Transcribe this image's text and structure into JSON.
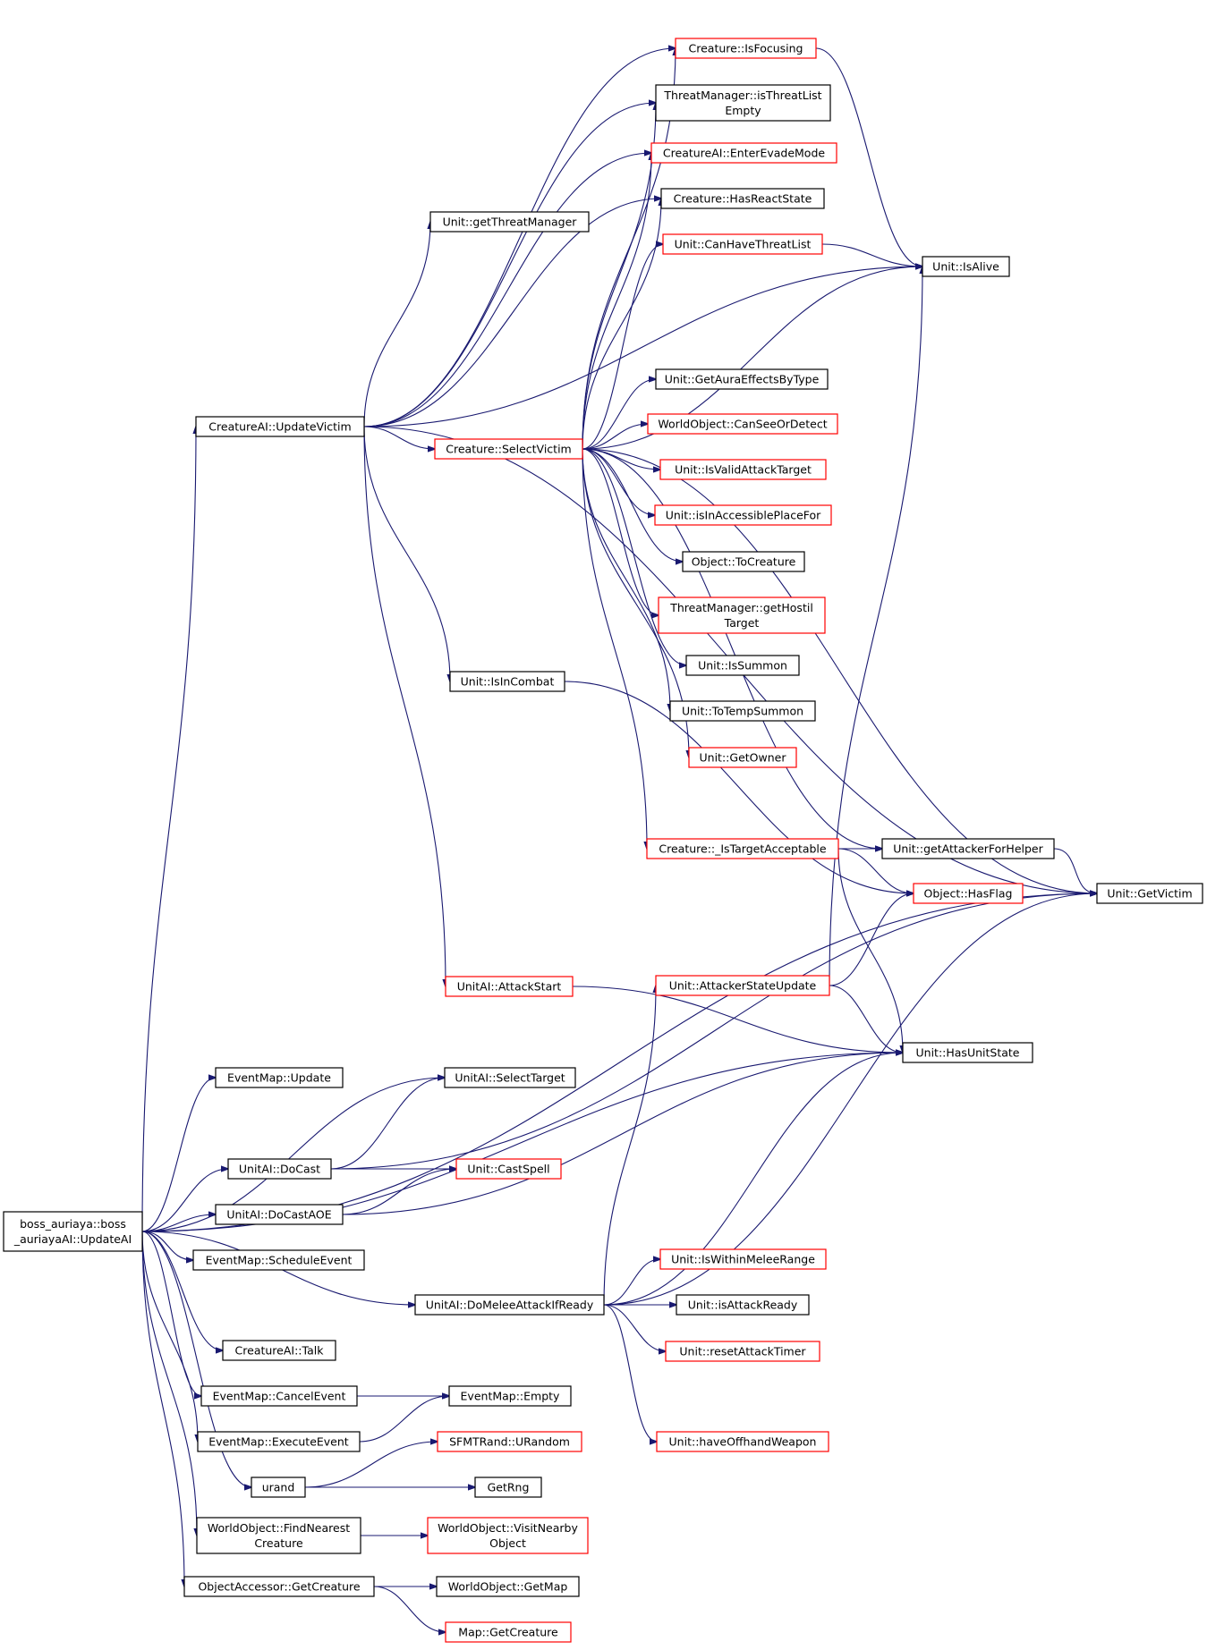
{
  "colors": {
    "edge": "#191970",
    "node_border_black": "#000000",
    "node_border_red": "#ff0000",
    "root_fill": "#bfbfbf"
  },
  "nodes": [
    {
      "id": "root",
      "lines": [
        "boss_auriaya::boss",
        "_auriayaAI::UpdateAI"
      ],
      "border": "black",
      "root": true
    },
    {
      "id": "updatevictim",
      "lines": [
        "CreatureAI::UpdateVictim"
      ],
      "border": "black"
    },
    {
      "id": "getthreatmgr",
      "lines": [
        "Unit::getThreatManager"
      ],
      "border": "black"
    },
    {
      "id": "isfocusing",
      "lines": [
        "Creature::IsFocusing"
      ],
      "border": "red"
    },
    {
      "id": "threatempty",
      "lines": [
        "ThreatManager::isThreatList",
        "Empty"
      ],
      "border": "black"
    },
    {
      "id": "enterevade",
      "lines": [
        "CreatureAI::EnterEvadeMode"
      ],
      "border": "red"
    },
    {
      "id": "hasreact",
      "lines": [
        "Creature::HasReactState"
      ],
      "border": "black"
    },
    {
      "id": "canhavethreat",
      "lines": [
        "Unit::CanHaveThreatList"
      ],
      "border": "red"
    },
    {
      "id": "isalive",
      "lines": [
        "Unit::IsAlive"
      ],
      "border": "black"
    },
    {
      "id": "getaura",
      "lines": [
        "Unit::GetAuraEffectsByType"
      ],
      "border": "black"
    },
    {
      "id": "canseeordetect",
      "lines": [
        "WorldObject::CanSeeOrDetect"
      ],
      "border": "red"
    },
    {
      "id": "selectvictim",
      "lines": [
        "Creature::SelectVictim"
      ],
      "border": "red"
    },
    {
      "id": "isvalidattack",
      "lines": [
        "Unit::IsValidAttackTarget"
      ],
      "border": "red"
    },
    {
      "id": "isinaccessible",
      "lines": [
        "Unit::isInAccessiblePlaceFor"
      ],
      "border": "red"
    },
    {
      "id": "tocreature",
      "lines": [
        "Object::ToCreature"
      ],
      "border": "black"
    },
    {
      "id": "gethostil",
      "lines": [
        "ThreatManager::getHostil",
        "Target"
      ],
      "border": "red"
    },
    {
      "id": "issummon",
      "lines": [
        "Unit::IsSummon"
      ],
      "border": "black"
    },
    {
      "id": "totempsummon",
      "lines": [
        "Unit::ToTempSummon"
      ],
      "border": "black"
    },
    {
      "id": "getowner",
      "lines": [
        "Unit::GetOwner"
      ],
      "border": "red"
    },
    {
      "id": "isincombat",
      "lines": [
        "Unit::IsInCombat"
      ],
      "border": "black"
    },
    {
      "id": "istargetacc",
      "lines": [
        "Creature::_IsTargetAcceptable"
      ],
      "border": "red"
    },
    {
      "id": "getattackerhelper",
      "lines": [
        "Unit::getAttackerForHelper"
      ],
      "border": "black"
    },
    {
      "id": "getvictim",
      "lines": [
        "Unit::GetVictim"
      ],
      "border": "black"
    },
    {
      "id": "hasflag",
      "lines": [
        "Object::HasFlag"
      ],
      "border": "red"
    },
    {
      "id": "attackstart",
      "lines": [
        "UnitAI::AttackStart"
      ],
      "border": "red"
    },
    {
      "id": "attackerstate",
      "lines": [
        "Unit::AttackerStateUpdate"
      ],
      "border": "red"
    },
    {
      "id": "hasunitstate",
      "lines": [
        "Unit::HasUnitState"
      ],
      "border": "black"
    },
    {
      "id": "emupdate",
      "lines": [
        "EventMap::Update"
      ],
      "border": "black"
    },
    {
      "id": "selecttarget",
      "lines": [
        "UnitAI::SelectTarget"
      ],
      "border": "black"
    },
    {
      "id": "docast",
      "lines": [
        "UnitAI::DoCast"
      ],
      "border": "black"
    },
    {
      "id": "castspell",
      "lines": [
        "Unit::CastSpell"
      ],
      "border": "red"
    },
    {
      "id": "docastaoe",
      "lines": [
        "UnitAI::DoCastAOE"
      ],
      "border": "black"
    },
    {
      "id": "scheduleevent",
      "lines": [
        "EventMap::ScheduleEvent"
      ],
      "border": "black"
    },
    {
      "id": "iswithinmelee",
      "lines": [
        "Unit::IsWithinMeleeRange"
      ],
      "border": "red"
    },
    {
      "id": "domelee",
      "lines": [
        "UnitAI::DoMeleeAttackIfReady"
      ],
      "border": "black"
    },
    {
      "id": "isattackready",
      "lines": [
        "Unit::isAttackReady"
      ],
      "border": "black"
    },
    {
      "id": "resetattack",
      "lines": [
        "Unit::resetAttackTimer"
      ],
      "border": "red"
    },
    {
      "id": "talk",
      "lines": [
        "CreatureAI::Talk"
      ],
      "border": "black"
    },
    {
      "id": "cancelevent",
      "lines": [
        "EventMap::CancelEvent"
      ],
      "border": "black"
    },
    {
      "id": "emempty",
      "lines": [
        "EventMap::Empty"
      ],
      "border": "black"
    },
    {
      "id": "offhand",
      "lines": [
        "Unit::haveOffhandWeapon"
      ],
      "border": "red"
    },
    {
      "id": "executeevent",
      "lines": [
        "EventMap::ExecuteEvent"
      ],
      "border": "black"
    },
    {
      "id": "urandom",
      "lines": [
        "SFMTRand::URandom"
      ],
      "border": "red"
    },
    {
      "id": "urand",
      "lines": [
        "urand"
      ],
      "border": "black"
    },
    {
      "id": "getrng",
      "lines": [
        "GetRng"
      ],
      "border": "black"
    },
    {
      "id": "findnearest",
      "lines": [
        "WorldObject::FindNearest",
        "Creature"
      ],
      "border": "black"
    },
    {
      "id": "visitnearby",
      "lines": [
        "WorldObject::VisitNearby",
        "Object"
      ],
      "border": "red"
    },
    {
      "id": "getcreature_oa",
      "lines": [
        "ObjectAccessor::GetCreature"
      ],
      "border": "black"
    },
    {
      "id": "getmap",
      "lines": [
        "WorldObject::GetMap"
      ],
      "border": "black"
    },
    {
      "id": "mapgetcreature",
      "lines": [
        "Map::GetCreature"
      ],
      "border": "red"
    }
  ],
  "edges": [
    [
      "root",
      "updatevictim"
    ],
    [
      "root",
      "getvictim"
    ],
    [
      "root",
      "hasunitstate"
    ],
    [
      "root",
      "emupdate"
    ],
    [
      "root",
      "selecttarget"
    ],
    [
      "root",
      "docast"
    ],
    [
      "root",
      "docastaoe"
    ],
    [
      "root",
      "scheduleevent"
    ],
    [
      "root",
      "domelee"
    ],
    [
      "root",
      "talk"
    ],
    [
      "root",
      "cancelevent"
    ],
    [
      "root",
      "executeevent"
    ],
    [
      "root",
      "urand"
    ],
    [
      "root",
      "findnearest"
    ],
    [
      "root",
      "getcreature_oa"
    ],
    [
      "updatevictim",
      "getthreatmgr"
    ],
    [
      "updatevictim",
      "isfocusing"
    ],
    [
      "updatevictim",
      "threatempty"
    ],
    [
      "updatevictim",
      "enterevade"
    ],
    [
      "updatevictim",
      "hasreact"
    ],
    [
      "updatevictim",
      "isalive"
    ],
    [
      "updatevictim",
      "selectvictim"
    ],
    [
      "updatevictim",
      "isincombat"
    ],
    [
      "updatevictim",
      "getvictim"
    ],
    [
      "updatevictim",
      "attackstart"
    ],
    [
      "selectvictim",
      "isfocusing"
    ],
    [
      "selectvictim",
      "threatempty"
    ],
    [
      "selectvictim",
      "enterevade"
    ],
    [
      "selectvictim",
      "hasreact"
    ],
    [
      "selectvictim",
      "canhavethreat"
    ],
    [
      "selectvictim",
      "isalive"
    ],
    [
      "selectvictim",
      "getvictim"
    ],
    [
      "selectvictim",
      "getaura"
    ],
    [
      "selectvictim",
      "canseeordetect"
    ],
    [
      "selectvictim",
      "isvalidattack"
    ],
    [
      "selectvictim",
      "isinaccessible"
    ],
    [
      "selectvictim",
      "tocreature"
    ],
    [
      "selectvictim",
      "gethostil"
    ],
    [
      "selectvictim",
      "issummon"
    ],
    [
      "selectvictim",
      "totempsummon"
    ],
    [
      "selectvictim",
      "getowner"
    ],
    [
      "selectvictim",
      "getattackerhelper"
    ],
    [
      "selectvictim",
      "istargetacc"
    ],
    [
      "isfocusing",
      "isalive"
    ],
    [
      "canhavethreat",
      "isalive"
    ],
    [
      "isincombat",
      "hasflag"
    ],
    [
      "istargetacc",
      "getattackerhelper"
    ],
    [
      "istargetacc",
      "hasflag"
    ],
    [
      "istargetacc",
      "hasunitstate"
    ],
    [
      "getattackerhelper",
      "getvictim"
    ],
    [
      "attackerstate",
      "isalive"
    ],
    [
      "attackerstate",
      "hasflag"
    ],
    [
      "attackerstate",
      "hasunitstate"
    ],
    [
      "attackstart",
      "hasunitstate"
    ],
    [
      "docast",
      "selecttarget"
    ],
    [
      "docast",
      "castspell"
    ],
    [
      "docast",
      "getvictim"
    ],
    [
      "docastaoe",
      "castspell"
    ],
    [
      "docastaoe",
      "hasunitstate"
    ],
    [
      "domelee",
      "attackerstate"
    ],
    [
      "domelee",
      "hasunitstate"
    ],
    [
      "domelee",
      "iswithinmelee"
    ],
    [
      "domelee",
      "isattackready"
    ],
    [
      "domelee",
      "resetattack"
    ],
    [
      "domelee",
      "getvictim"
    ],
    [
      "domelee",
      "offhand"
    ],
    [
      "cancelevent",
      "emempty"
    ],
    [
      "executeevent",
      "emempty"
    ],
    [
      "urand",
      "urandom"
    ],
    [
      "urand",
      "getrng"
    ],
    [
      "findnearest",
      "visitnearby"
    ],
    [
      "getcreature_oa",
      "getmap"
    ],
    [
      "getcreature_oa",
      "mapgetcreature"
    ]
  ]
}
